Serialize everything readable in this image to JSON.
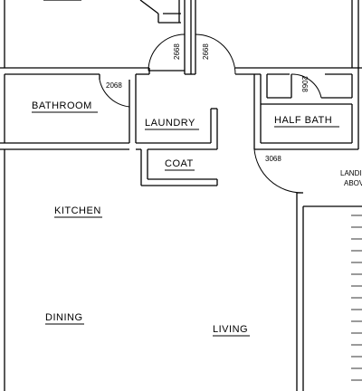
{
  "rooms": {
    "bathroom": "BATHROOM",
    "laundry": "LAUNDRY",
    "half_bath": "HALF BATH",
    "coat": "COAT",
    "kitchen": "KITCHEN",
    "dining": "DINING",
    "living": "LIVING"
  },
  "doors": {
    "bathroom": "2068",
    "laundry_left": "2668",
    "laundry_right": "2668",
    "half_bath": "2068",
    "entry": "3068"
  },
  "notes": {
    "landing_line1": "LANDI",
    "landing_line2": "ABOV"
  }
}
